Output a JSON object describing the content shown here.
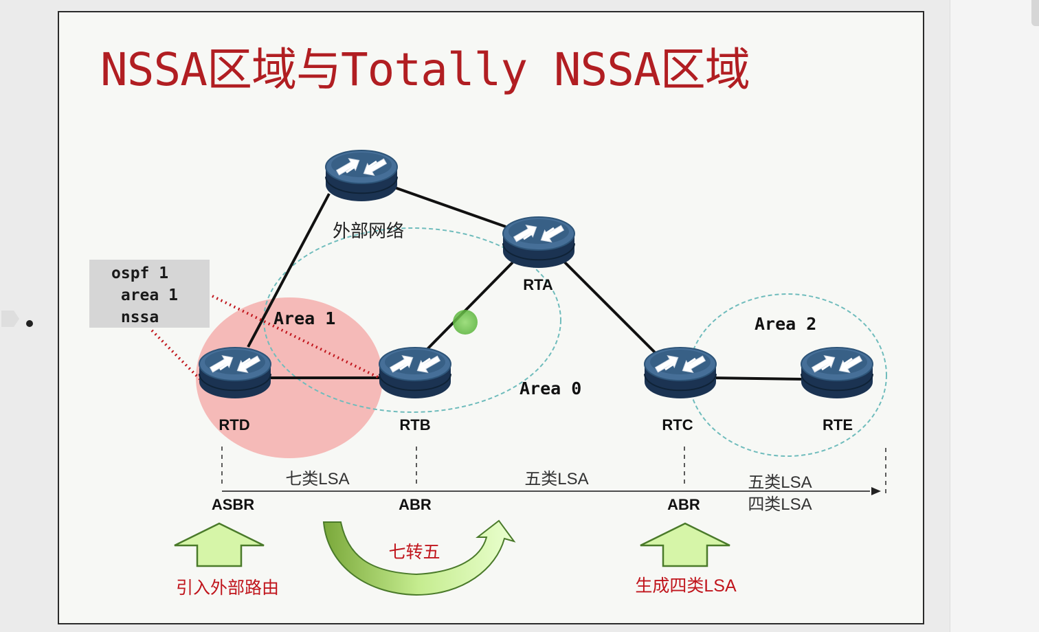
{
  "slide": {
    "title": "NSSA区域与Totally NSSA区域"
  },
  "config": {
    "lines": [
      "ospf 1",
      " area 1",
      " nssa"
    ]
  },
  "routers": [
    {
      "id": "external",
      "label": "外部网络"
    },
    {
      "id": "rta",
      "label": "RTA"
    },
    {
      "id": "rtb",
      "label": "RTB"
    },
    {
      "id": "rtc",
      "label": "RTC"
    },
    {
      "id": "rtd",
      "label": "RTD"
    },
    {
      "id": "rte",
      "label": "RTE"
    }
  ],
  "areas": [
    {
      "id": "area1",
      "label": "Area 1",
      "fill": "#f4b6b4"
    },
    {
      "id": "area0",
      "label": "Area 0"
    },
    {
      "id": "area2",
      "label": "Area 2"
    }
  ],
  "roles": [
    "ASBR",
    "ABR",
    "ABR"
  ],
  "lsa_labels": {
    "seg1": "七类LSA",
    "seg2": "五类LSA",
    "seg3_line1": "五类LSA",
    "seg3_line2": "四类LSA"
  },
  "actions": {
    "import_external": "引入外部路由",
    "convert": "七转五",
    "generate_type4": "生成四类LSA"
  },
  "colors": {
    "title": "#b11e22",
    "area_border": "#6fbcbc",
    "red_dotted": "#c0151c",
    "arrow_fill": "#d6f5a8",
    "arrow_stroke": "#4a7a2a",
    "router_dark": "#1b3352",
    "router_mid": "#2d5478",
    "router_top": "#466f98",
    "cursor_dot": "#6cc24a"
  }
}
